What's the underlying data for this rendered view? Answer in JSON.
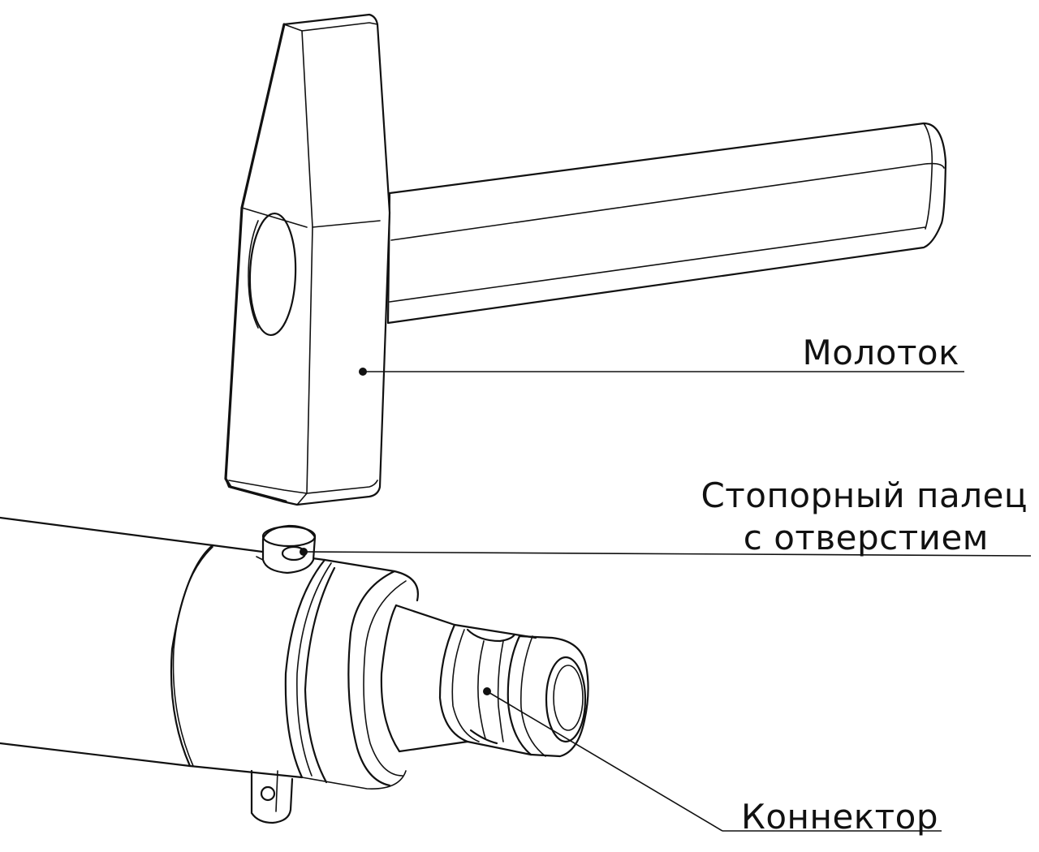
{
  "labels": {
    "hammer": "Молоток",
    "pin_line1": "Стопорный палец",
    "pin_line2": "с отверстием",
    "connector": "Коннектор"
  },
  "colors": {
    "line": "#111111",
    "background": "#ffffff"
  }
}
